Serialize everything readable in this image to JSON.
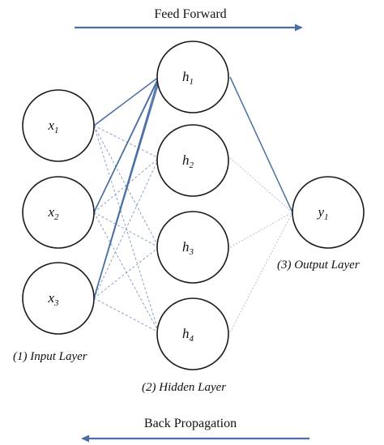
{
  "titles": {
    "feed_forward": "Feed Forward",
    "back_propagation": "Back Propagation"
  },
  "layers": {
    "input": {
      "caption": "(1) Input Layer",
      "nodes": [
        {
          "var": "x",
          "sub": "1"
        },
        {
          "var": "x",
          "sub": "2"
        },
        {
          "var": "x",
          "sub": "3"
        }
      ]
    },
    "hidden": {
      "caption": "(2) Hidden Layer",
      "nodes": [
        {
          "var": "h",
          "sub": "1"
        },
        {
          "var": "h",
          "sub": "2"
        },
        {
          "var": "h",
          "sub": "3"
        },
        {
          "var": "h",
          "sub": "4"
        }
      ]
    },
    "output": {
      "caption": "(3) Output Layer",
      "nodes": [
        {
          "var": "y",
          "sub": "1"
        }
      ]
    }
  },
  "colors": {
    "edge": "#4a6fa5",
    "arrow": "#4a6fa5",
    "node_stroke": "#1a1a1a"
  }
}
